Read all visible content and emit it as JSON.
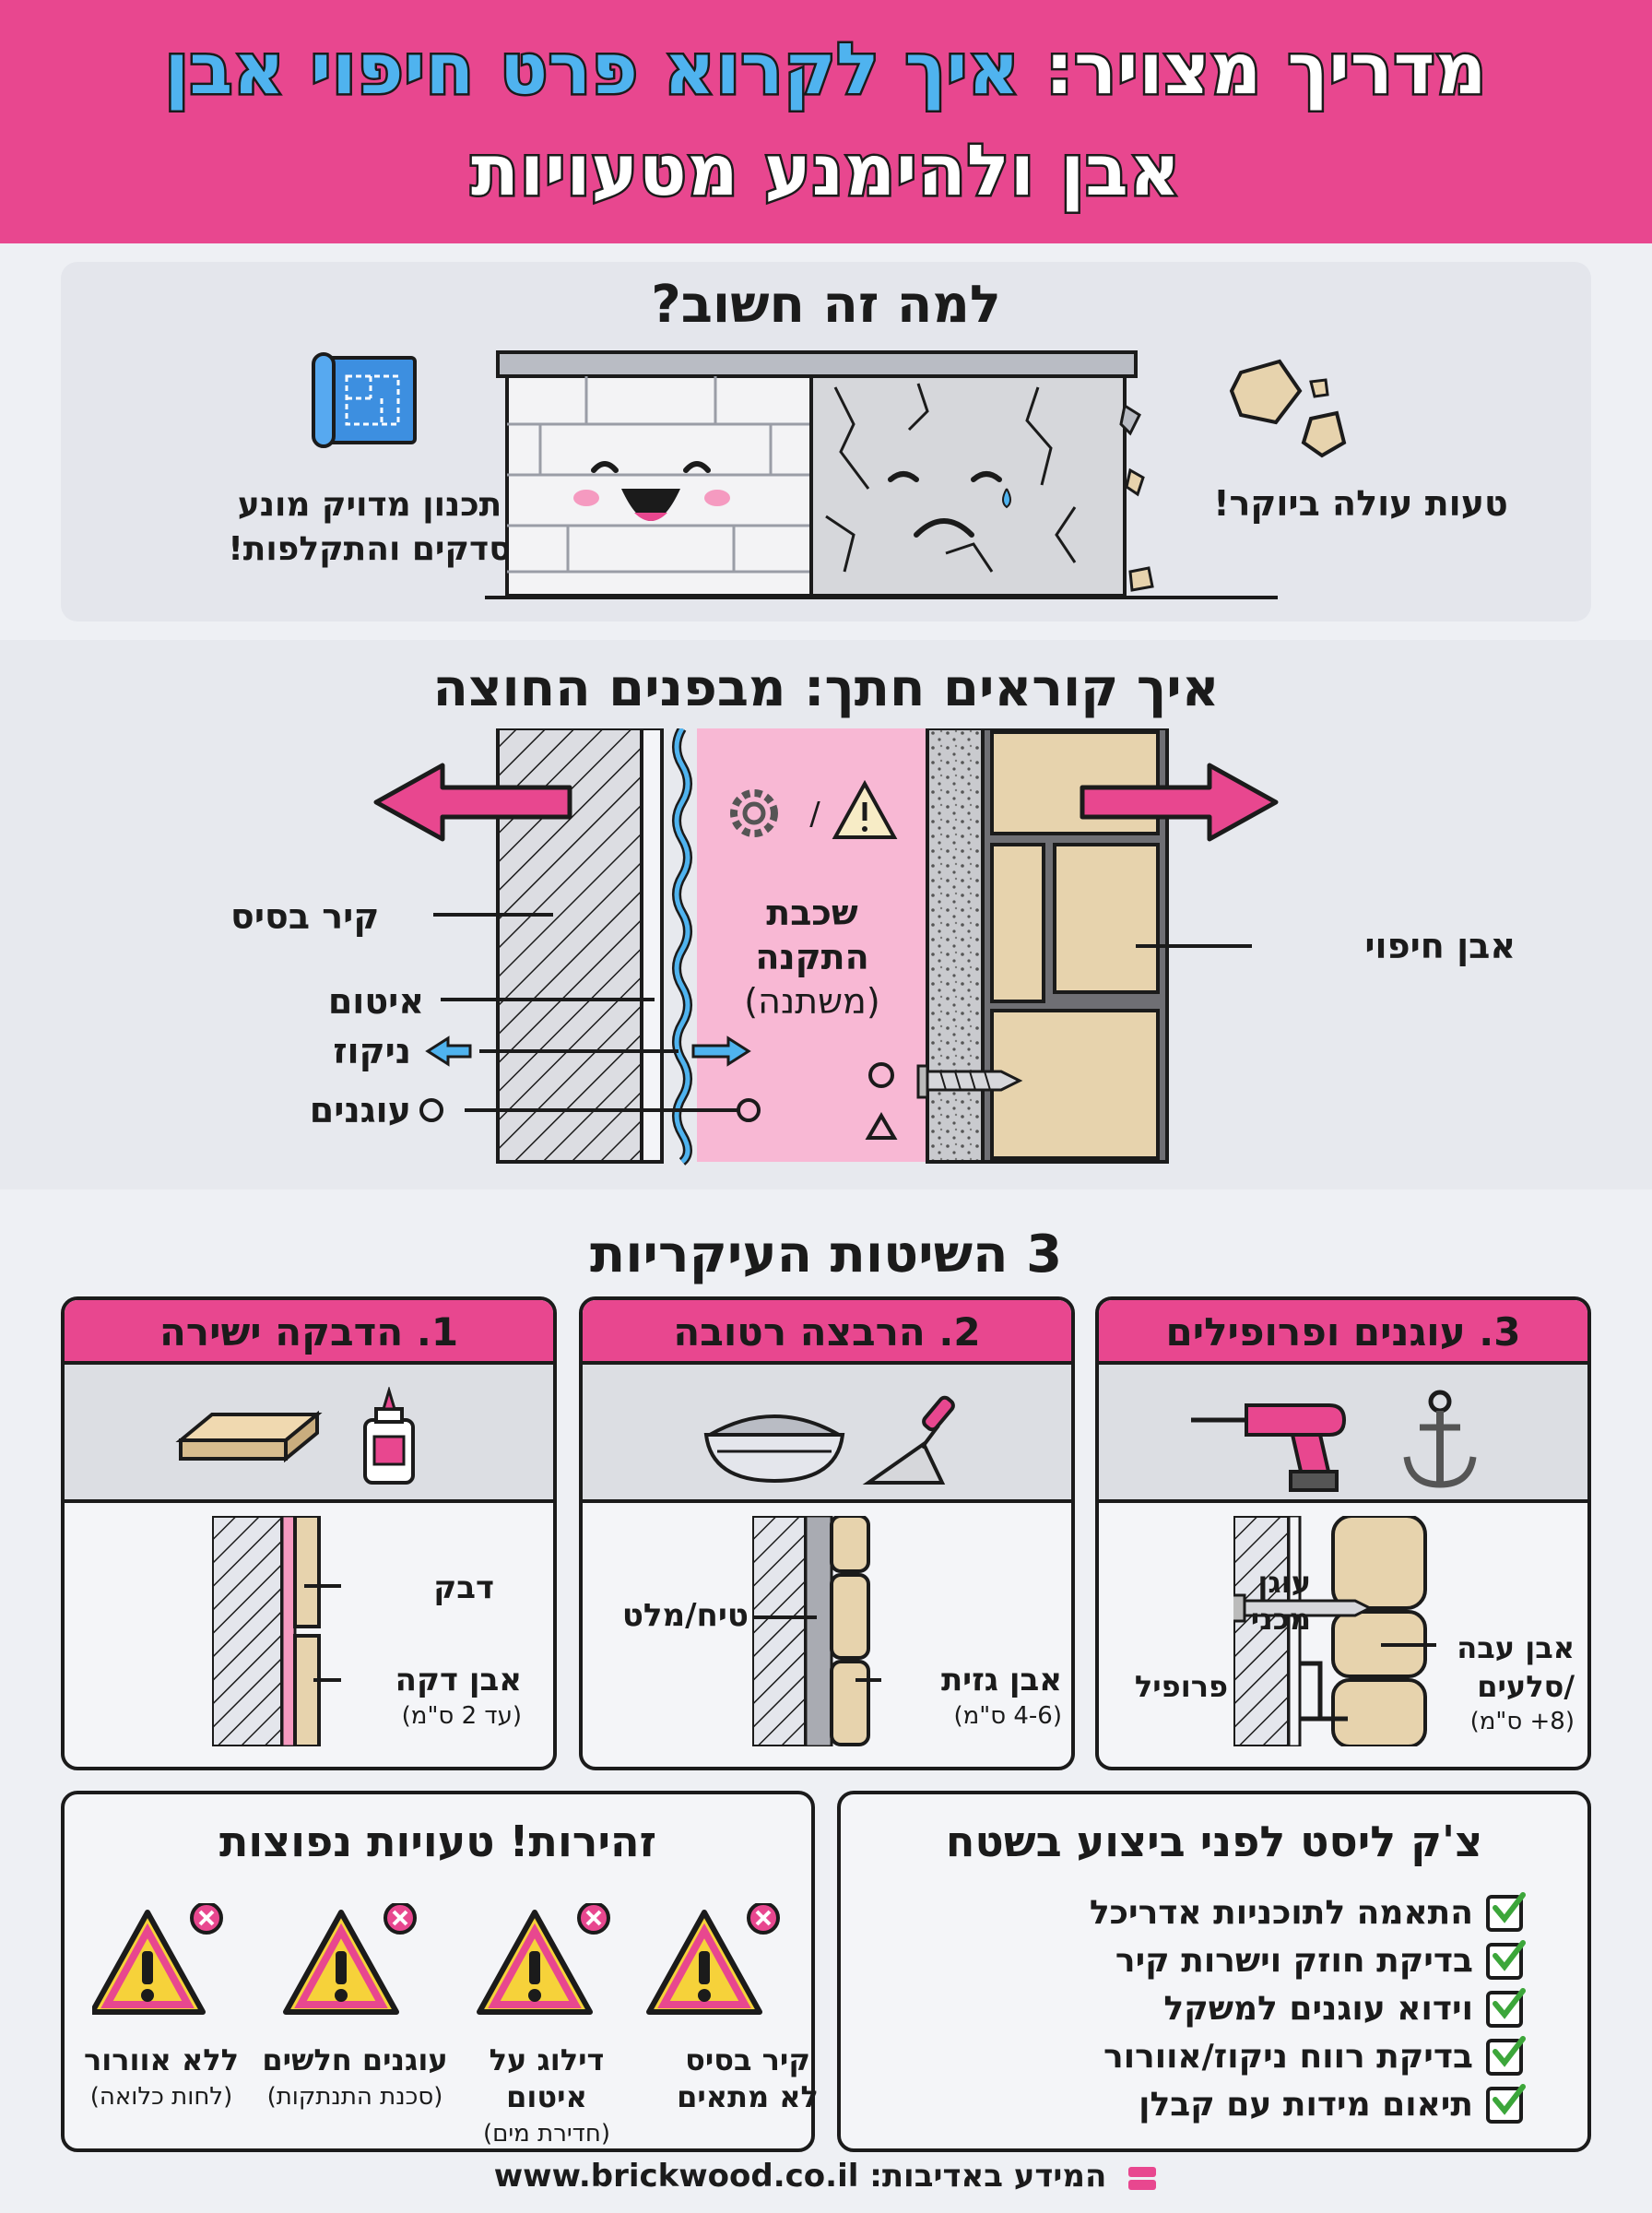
{
  "header": {
    "title_part1": "מדריך מצויר:",
    "title_part2": "איך לקרוא פרט חיפוי אבן",
    "title_line2": "אבן ולהימנע מטעויות"
  },
  "why": {
    "title": "למה זה חשוב?",
    "left_text_line1": "תכנון מדויק מונע",
    "left_text_line2": "סדקים והתקלפות!",
    "right_text": "טעות עולה ביוקר!"
  },
  "cross_section": {
    "title": "איך קוראים חתך: מבפנים החוצה",
    "label_base_wall": "קיר בסיס",
    "label_sealing": "איטום",
    "label_drainage": "ניקוז",
    "label_anchors": "עוגנים",
    "install_layer_line1": "שכבת",
    "install_layer_line2": "התקנה",
    "install_layer_line3": "(משתנה)",
    "label_cladding_stone": "אבן חיפוי",
    "icon_sep": "/"
  },
  "methods": {
    "title": "3 השיטות העיקריות",
    "cards": [
      {
        "header": "1. הדבקה ישירה",
        "label_a": "דבק",
        "label_b": "אבן דקה",
        "label_b_sub": "(עד 2 ס\"מ)"
      },
      {
        "header": "2. הרבצה רטובה",
        "label_a": "טיח/מלט",
        "label_b": "אבן גזית",
        "label_b_sub": "(4-6 ס\"מ)"
      },
      {
        "header": "3. עוגנים ופרופילים",
        "label_a_line1": "עוגן",
        "label_a_line2": "מכני",
        "label_c": "פרופיל",
        "label_b_line1": "אבן עבה",
        "label_b_line2": "/סלעים",
        "label_b_sub": "(8+ ס\"מ)"
      }
    ]
  },
  "checklist": {
    "title": "צ'ק ליסט לפני ביצוע בשטח",
    "items": [
      "התאמה לתוכניות אדריכל",
      "בדיקת חוזק וישרות קיר",
      "וידוא עוגנים למשקל",
      "בדיקת רווח ניקוז/אוורור",
      "תיאום מידות עם קבלן"
    ]
  },
  "warnings": {
    "title": "זהירות! טעויות נפוצות",
    "items": [
      {
        "line1": "קיר בסיס",
        "line2": "לא מתאים"
      },
      {
        "line1": "דילוג על איטום",
        "line2": "(חדירת מים)"
      },
      {
        "line1": "עוגנים חלשים",
        "line2": "(סכנת התנתקות)"
      },
      {
        "line1": "ללא אוורור",
        "line2": "(לחות כלואה)"
      }
    ]
  },
  "footer": {
    "credit": "המידע באדיבות: www.brickwood.co.il"
  },
  "colors": {
    "pink": "#e8478f",
    "blue": "#4fb3ef",
    "stone": "#e7d3ad",
    "warning_yellow": "#f6d23a",
    "check_green": "#3ca63a"
  }
}
